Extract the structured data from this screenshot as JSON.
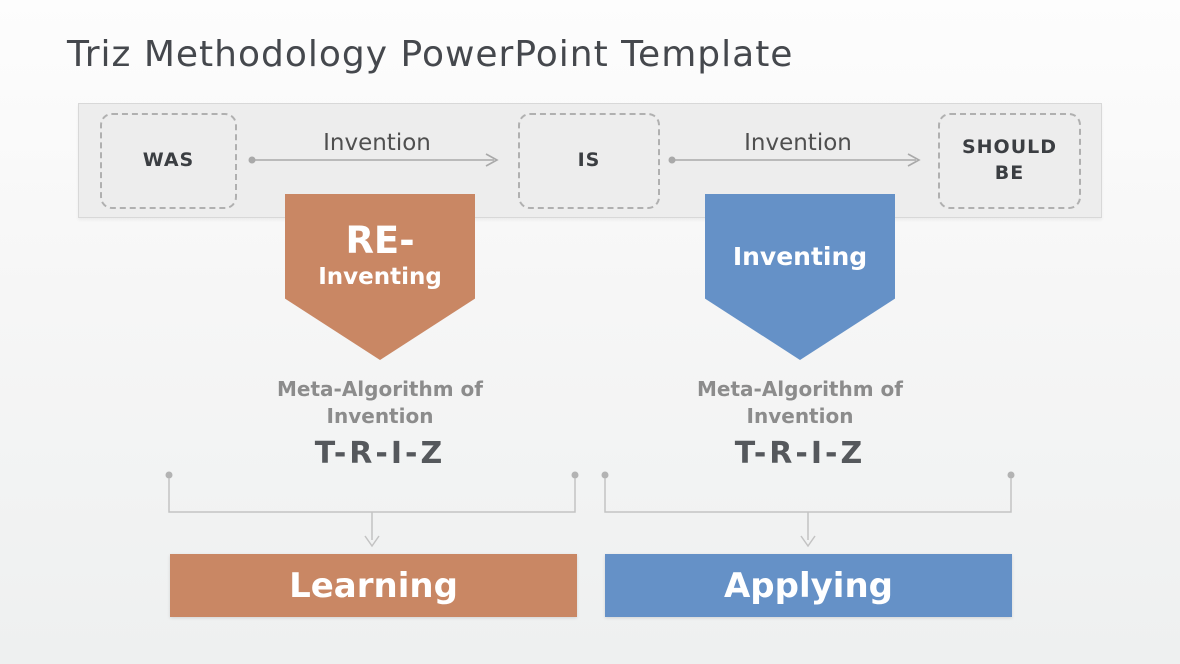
{
  "title": "Triz Methodology PowerPoint Template",
  "timeline": {
    "stages": [
      {
        "label": "WAS"
      },
      {
        "label": "IS"
      },
      {
        "label": "SHOULD BE"
      }
    ],
    "connections": [
      {
        "label": "Invention"
      },
      {
        "label": "Invention"
      }
    ]
  },
  "arrows_down": [
    {
      "line1": "RE-",
      "line2": "Inventing",
      "color": "#c98764"
    },
    {
      "line1": "Inventing",
      "color": "#6591c7"
    }
  ],
  "meta_blocks": [
    {
      "caption_line1": "Meta-Algorithm of",
      "caption_line2": "Invention",
      "acronym": "T-R-I-Z"
    },
    {
      "caption_line1": "Meta-Algorithm of",
      "caption_line2": "Invention",
      "acronym": "T-R-I-Z"
    }
  ],
  "outcomes": [
    {
      "label": "Learning",
      "color": "#c98764"
    },
    {
      "label": "Applying",
      "color": "#6591c7"
    }
  ],
  "colors": {
    "orange": "#c98764",
    "blue": "#6591c7",
    "band_fill": "#ededed",
    "band_border": "#d8d8d8",
    "dashed_box_border": "#b0b0b0",
    "connector_gray": "#a9a9a9",
    "bracket_gray": "#c3c3c3",
    "title_text": "#45484d",
    "muted_caption_text": "#8c8c8c",
    "acronym_text": "#55585c"
  }
}
